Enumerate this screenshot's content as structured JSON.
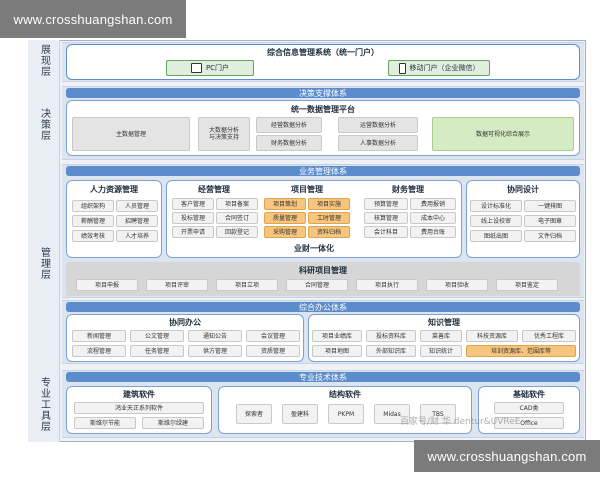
{
  "watermark": {
    "text": "www.crosshuangshan.com"
  },
  "overlay_text": "百家号/财 华 dentur&UVReE",
  "layers": {
    "display": "展现层",
    "decision": "决策层",
    "management": "管理层",
    "tools": "专业工具层"
  },
  "display": {
    "title": "综合信息管理系统（统一门户）",
    "pc_portal": "PC门户",
    "mobile_portal": "移动门户（企业微信）"
  },
  "decision": {
    "band": "决策支撑体系",
    "platform_title": "统一数据管理平台",
    "items": {
      "master": "主数据管理",
      "big_data": "大数据分析\n与决策支持",
      "operations": "经营数据分析",
      "finance": "财务数据分析",
      "ops_data": "运营数据分析",
      "hr": "人事数据分析",
      "visual": "数据可视化综合展示"
    }
  },
  "business": {
    "band": "业务管理体系",
    "hr": {
      "title": "人力资源管理",
      "items": [
        "组织架构",
        "人员管理",
        "薪酬管理",
        "招聘管理",
        "绩效考核",
        "人才培养"
      ]
    },
    "operations": {
      "title": "经营管理",
      "items": [
        "客户管理",
        "项目备案",
        "投标管理",
        "合同签订",
        "开票申请",
        "回款登记"
      ]
    },
    "project": {
      "title": "项目管理",
      "items": [
        "项目策划",
        "项目实施",
        "质量管理",
        "工时管理",
        "采购管理",
        "资料归档"
      ]
    },
    "finance": {
      "title": "财务管理",
      "items": [
        "预算管理",
        "费用报销",
        "核算管理",
        "成本中心",
        "会计科目",
        "费用台账"
      ]
    },
    "integration": "业财一体化",
    "collab_design": {
      "title": "协同设计",
      "items": [
        "设计标准化",
        "一键排图",
        "线上设校审",
        "电子图章",
        "图纸出图",
        "文件归档"
      ]
    },
    "research": {
      "title": "科研项目管理",
      "items": [
        "项目申报",
        "项目评审",
        "项目立项",
        "合同管理",
        "项目执行",
        "项目验收",
        "项目鉴定"
      ]
    }
  },
  "office": {
    "band": "综合办公体系",
    "collab": {
      "title": "协同办公",
      "items": [
        "新闻管理",
        "公文管理",
        "通知公告",
        "会议管理",
        "流程管理",
        "任务管理",
        "供方管理",
        "资质管理"
      ]
    },
    "knowledge": {
      "title": "知识管理",
      "items": [
        "项目业绩库",
        "投标资料库",
        "菜善库",
        "科技资源库",
        "优秀工程库",
        "项目地图",
        "外部知识库",
        "知识统计",
        "培训资源库、范围库等"
      ]
    }
  },
  "tools": {
    "band": "专业技术体系",
    "architecture": {
      "title": "建筑软件",
      "items": [
        "鸿业天正系列软件",
        "斯维尔节能",
        "斯维尔绿建"
      ]
    },
    "structure": {
      "title": "结构软件",
      "items": [
        "探索者",
        "盈建科",
        "PKPM",
        "Midas",
        "TBS"
      ]
    },
    "basic": {
      "title": "基础软件",
      "items": [
        "CAD类",
        "Office"
      ]
    }
  }
}
